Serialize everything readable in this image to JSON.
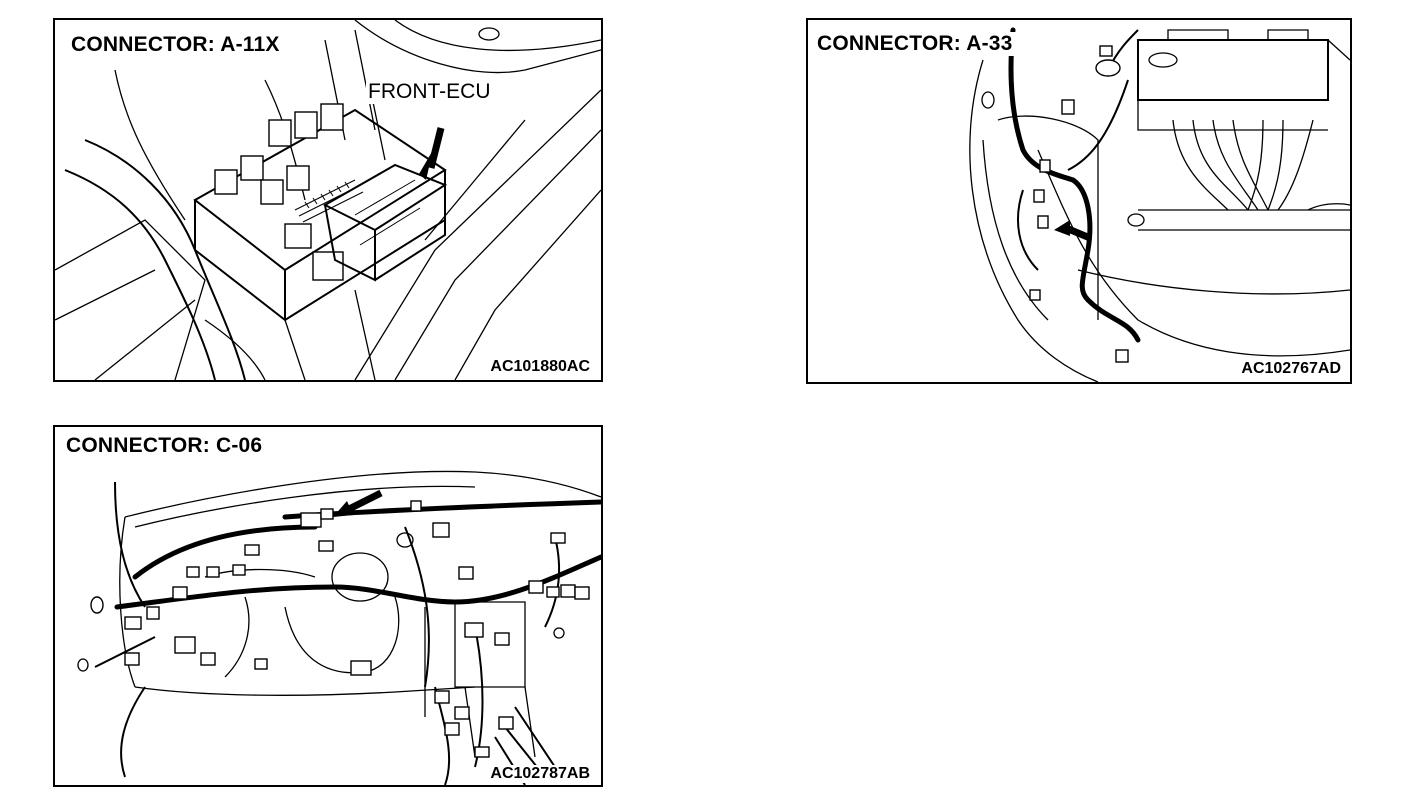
{
  "figures": [
    {
      "id": "a11x",
      "title": "CONNECTOR: A-11X",
      "code": "AC101880AC",
      "callout": "FRONT-ECU"
    },
    {
      "id": "a33",
      "title": "CONNECTOR: A-33",
      "code": "AC102767AD"
    },
    {
      "id": "c06",
      "title": "CONNECTOR: C-06",
      "code": "AC102787AB"
    }
  ]
}
